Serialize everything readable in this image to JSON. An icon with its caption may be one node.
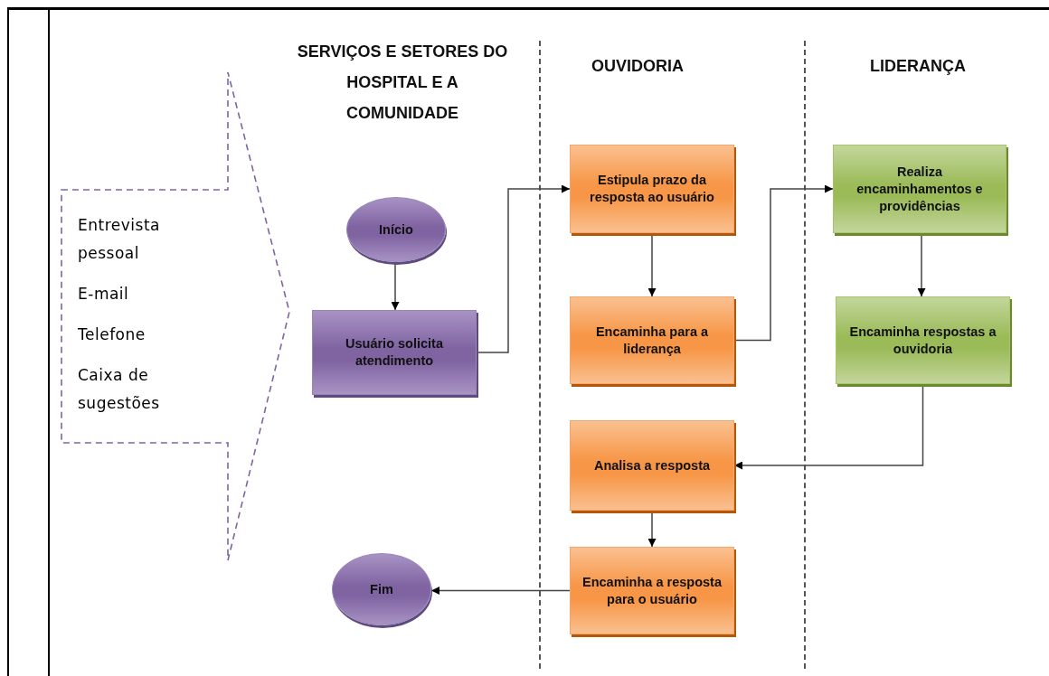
{
  "diagram": {
    "nodes": [
      {
        "text": [
          "Entrevista pessoal",
          "E-mail",
          "Telefone",
          "Caixa de sugestões"
        ]
      },
      {
        "text": [
          "Início"
        ]
      },
      {
        "text": [
          "Usuário solicita atendimento"
        ]
      },
      {
        "text": [
          "Estipula prazo da resposta ao usuário"
        ]
      },
      {
        "text": [
          "Encaminha para a liderança"
        ]
      },
      {
        "text": [
          "Realiza encaminhamentos e providências"
        ]
      },
      {
        "text": [
          "Encaminha respostas a ouvidoria"
        ]
      },
      {
        "text": [
          "Analisa a resposta"
        ]
      },
      {
        "text": [
          "Encaminha a resposta para o usuário"
        ]
      },
      {
        "text": [
          "Fim"
        ]
      }
    ],
    "edges": [
      {
        "from": 1,
        "to": 2,
        "arrow": "to"
      },
      {
        "from": 2,
        "to": 3,
        "arrow": "to"
      },
      {
        "from": 3,
        "to": 4,
        "arrow": "to"
      },
      {
        "from": 4,
        "to": 5,
        "arrow": "to"
      },
      {
        "from": 5,
        "to": 6,
        "arrow": "to"
      },
      {
        "from": 6,
        "to": 7,
        "arrow": "to"
      },
      {
        "from": 7,
        "to": 8,
        "arrow": "to"
      },
      {
        "from": 8,
        "to": 9,
        "arrow": "to"
      }
    ],
    "labels": [
      "SERVIÇOS E SETORES DO HOSPITAL E A COMUNIDADE",
      "OUVIDORIA",
      "LIDERANÇA"
    ]
  }
}
